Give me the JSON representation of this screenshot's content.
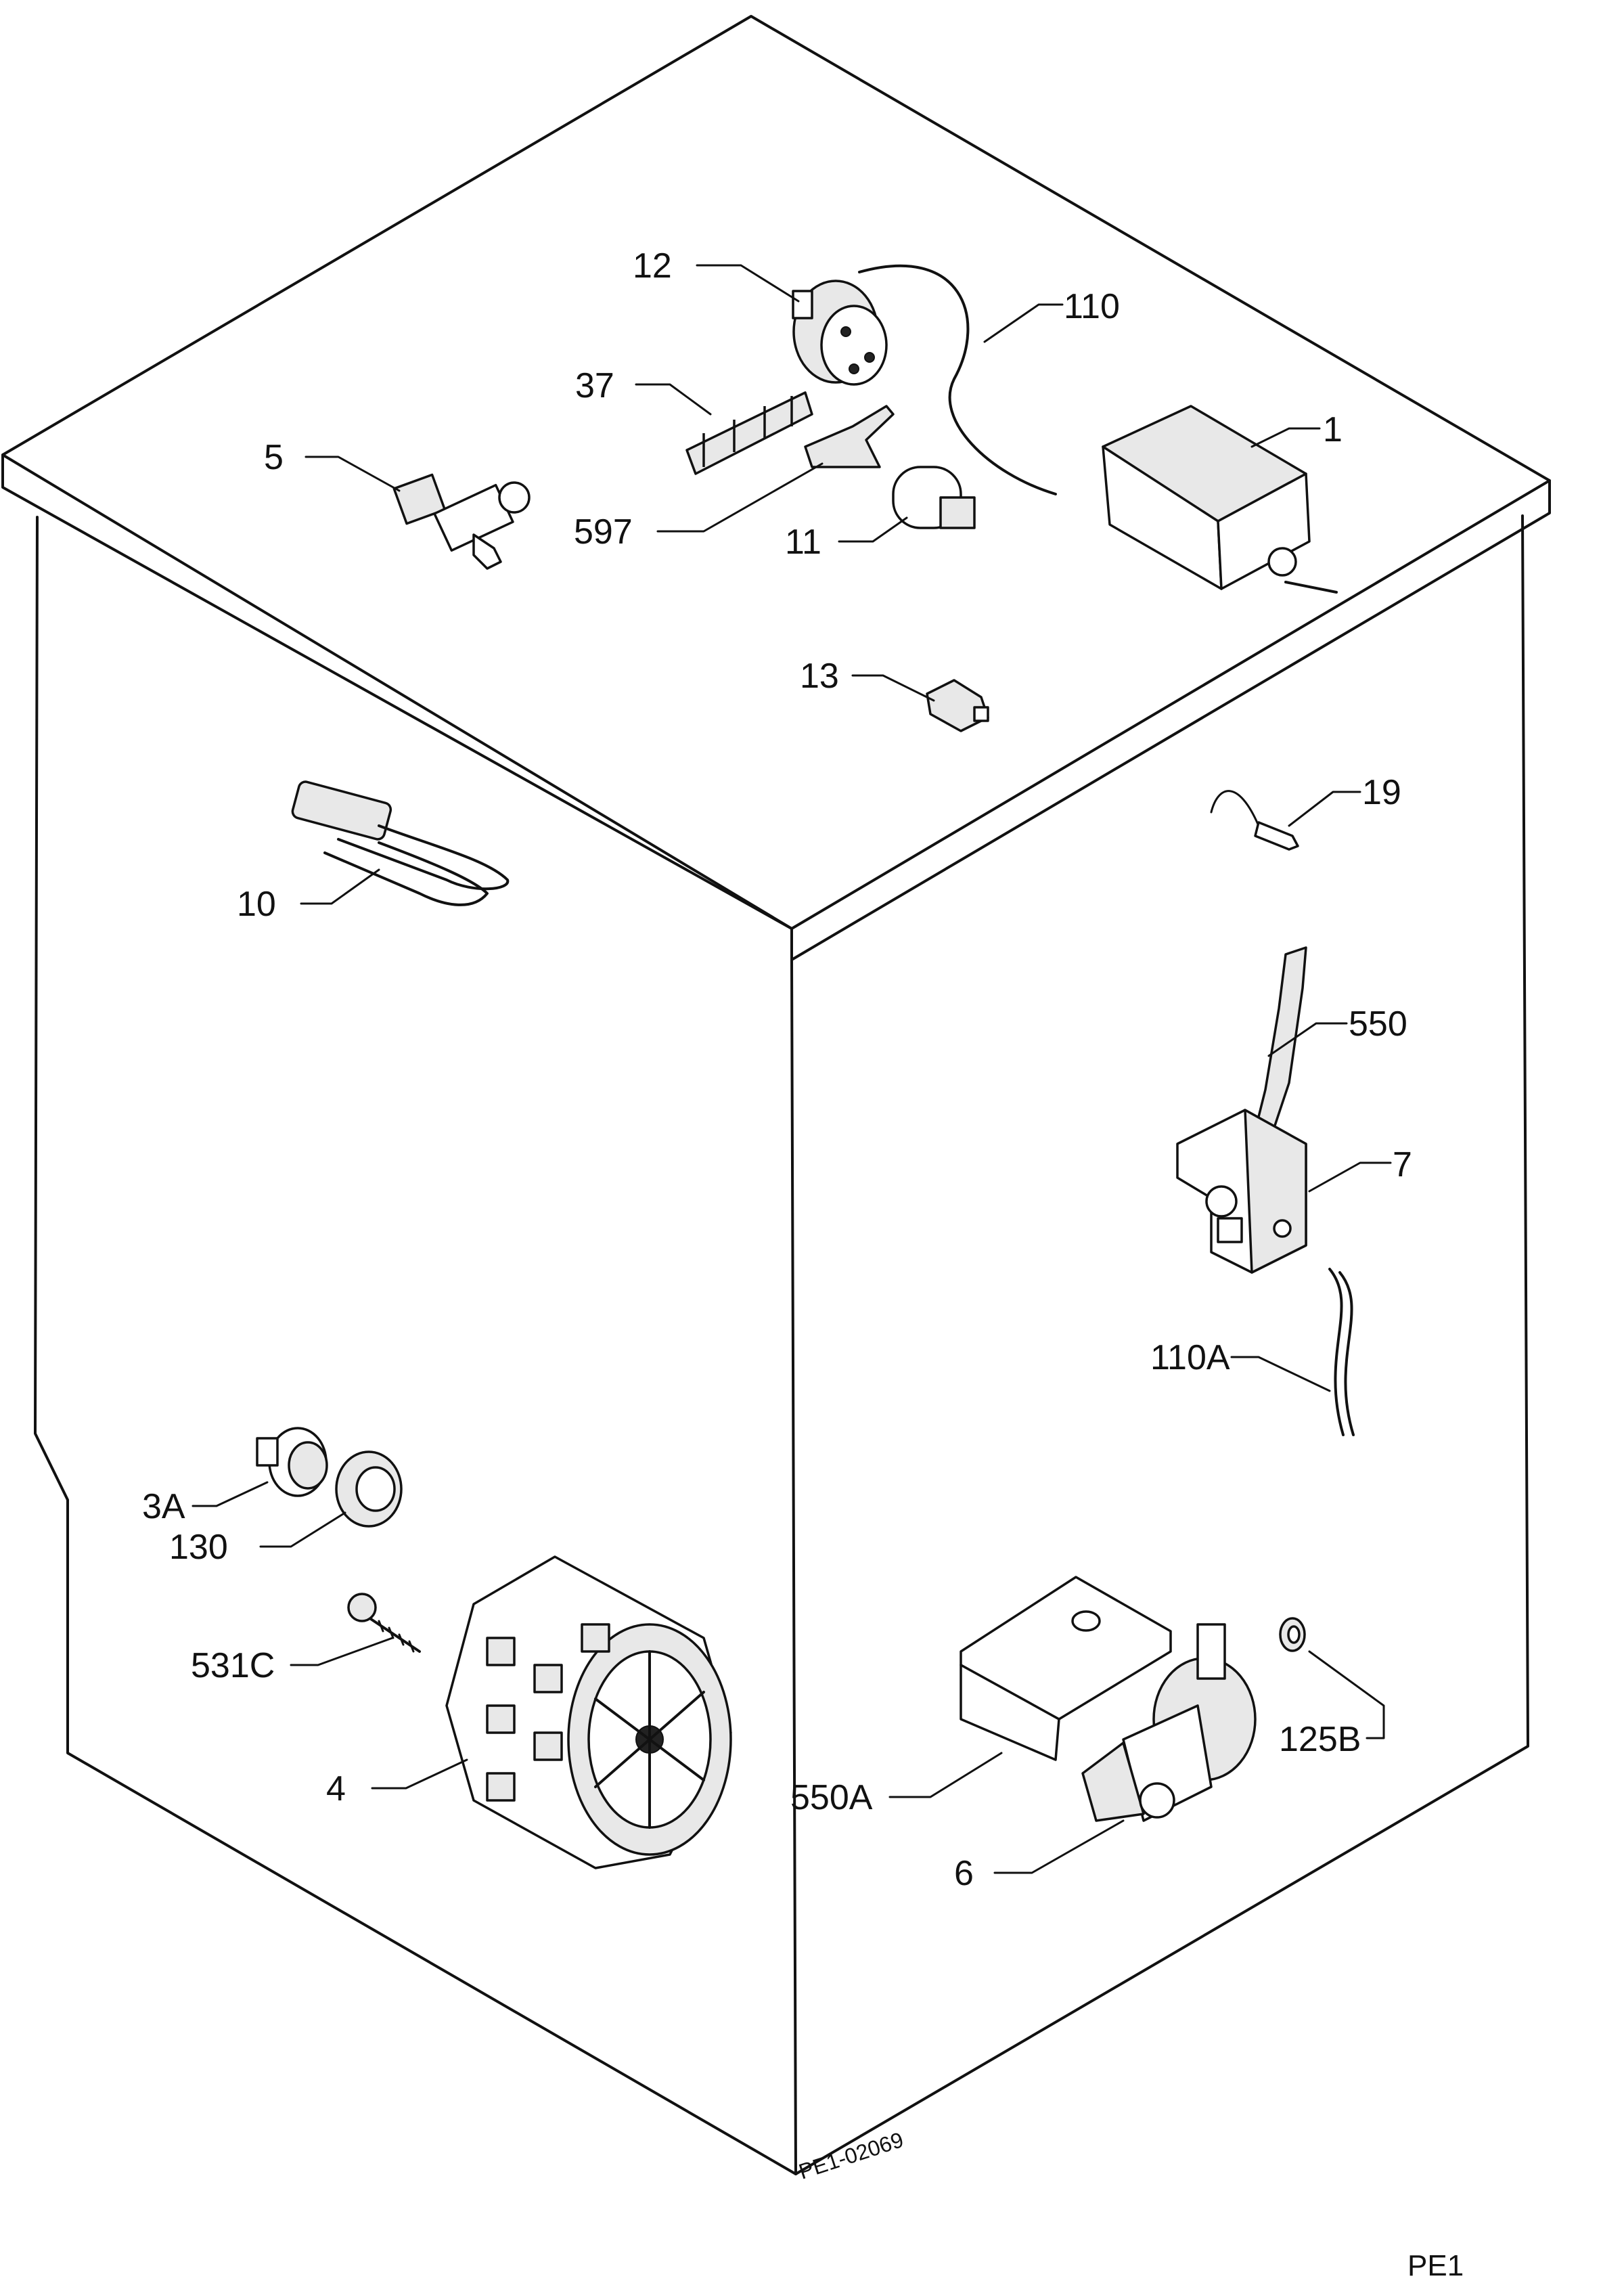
{
  "figure_code": "PE1-02069",
  "corner_label": "PE1",
  "callouts": {
    "c12": "12",
    "c110": "110",
    "c37": "37",
    "c5": "5",
    "c1": "1",
    "c597": "597",
    "c11": "11",
    "c13": "13",
    "c19": "19",
    "c10": "10",
    "c550": "550",
    "c7": "7",
    "c110a": "110A",
    "c3a": "3A",
    "c130": "130",
    "c531c": "531C",
    "c4": "4",
    "c550a": "550A",
    "c6": "6",
    "c125b": "125B"
  }
}
